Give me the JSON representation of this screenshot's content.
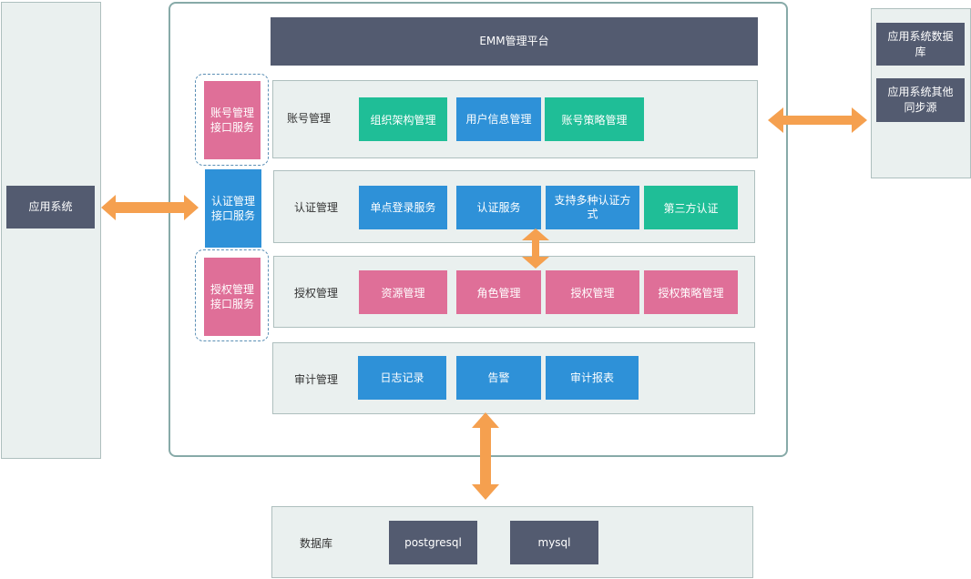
{
  "app_system": {
    "label": "应用系统"
  },
  "external": {
    "db_label": "应用系统数据库",
    "sync_label": "应用系统其他同步源"
  },
  "platform": {
    "title": "EMM管理平台"
  },
  "services": {
    "account": "账号管理接口服务",
    "auth": "认证管理接口服务",
    "authz": "授权管理接口服务"
  },
  "modules": {
    "account": {
      "title": "账号管理",
      "items": [
        "组织架构管理",
        "用户信息管理",
        "账号策略管理"
      ]
    },
    "auth": {
      "title": "认证管理",
      "items": [
        "单点登录服务",
        "认证服务",
        "支持多种认证方式",
        "第三方认证"
      ]
    },
    "authz": {
      "title": "授权管理",
      "items": [
        "资源管理",
        "角色管理",
        "授权管理",
        "授权策略管理"
      ]
    },
    "audit": {
      "title": "审计管理",
      "items": [
        "日志记录",
        "告警",
        "审计报表"
      ]
    }
  },
  "database": {
    "title": "数据库",
    "items": [
      "postgresql",
      "mysql"
    ]
  },
  "colors": {
    "dark": "#535b70",
    "green": "#1fbe97",
    "blue": "#2e91d8",
    "pink": "#df6f98",
    "arrow": "#f5a04f",
    "panel": "#eaf0ef"
  }
}
